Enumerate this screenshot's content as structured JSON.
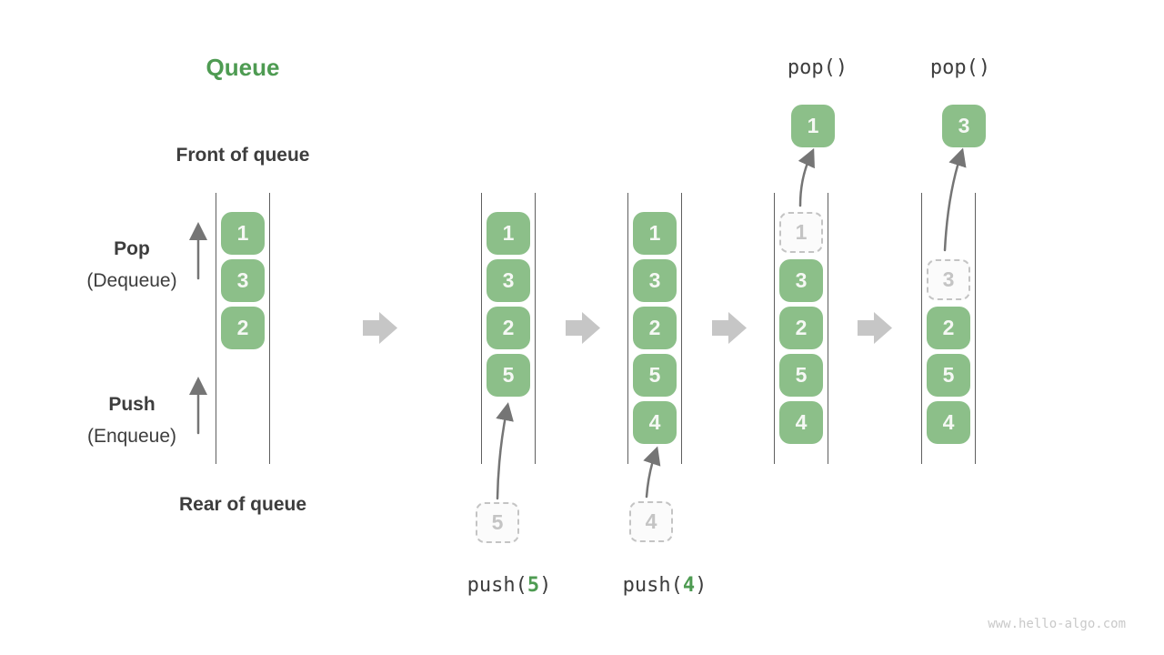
{
  "title": "Queue",
  "watermark": "www.hello-algo.com",
  "labels": {
    "front_of_queue": "Front of queue",
    "rear_of_queue": "Rear of queue",
    "pop": "Pop",
    "pop_alias": "(Dequeue)",
    "push": "Push",
    "push_alias": "(Enqueue)"
  },
  "icons": {
    "transition_arrow": "right-block-arrow",
    "direction_arrow": "up-arrow"
  },
  "colors": {
    "box_green": "#8cbf89",
    "accent_green": "#4e9b52",
    "text_dark": "#3d3d3d",
    "rail_gray": "#5f5f5f",
    "block_arrow_gray": "#c6c6c6",
    "thin_arrow_gray": "#757575",
    "dashed_gray": "#c4c4c4",
    "watermark_gray": "#c9c9c9"
  },
  "states": [
    {
      "boxes": [
        "1",
        "3",
        "2"
      ]
    },
    {
      "boxes": [
        "1",
        "3",
        "2",
        "5"
      ]
    },
    {
      "boxes": [
        "1",
        "3",
        "2",
        "5",
        "4"
      ]
    },
    {
      "dashed": "1",
      "boxes": [
        "3",
        "2",
        "5",
        "4"
      ]
    },
    {
      "dashed": "3",
      "boxes": [
        "2",
        "5",
        "4"
      ]
    }
  ],
  "operations": {
    "push5": {
      "prefix": "push(",
      "arg": "5",
      "suffix": ")",
      "staged": "5"
    },
    "push4": {
      "prefix": "push(",
      "arg": "4",
      "suffix": ")",
      "staged": "4"
    },
    "pop1": {
      "label": "pop()",
      "popped": "1"
    },
    "pop2": {
      "label": "pop()",
      "popped": "3"
    }
  }
}
